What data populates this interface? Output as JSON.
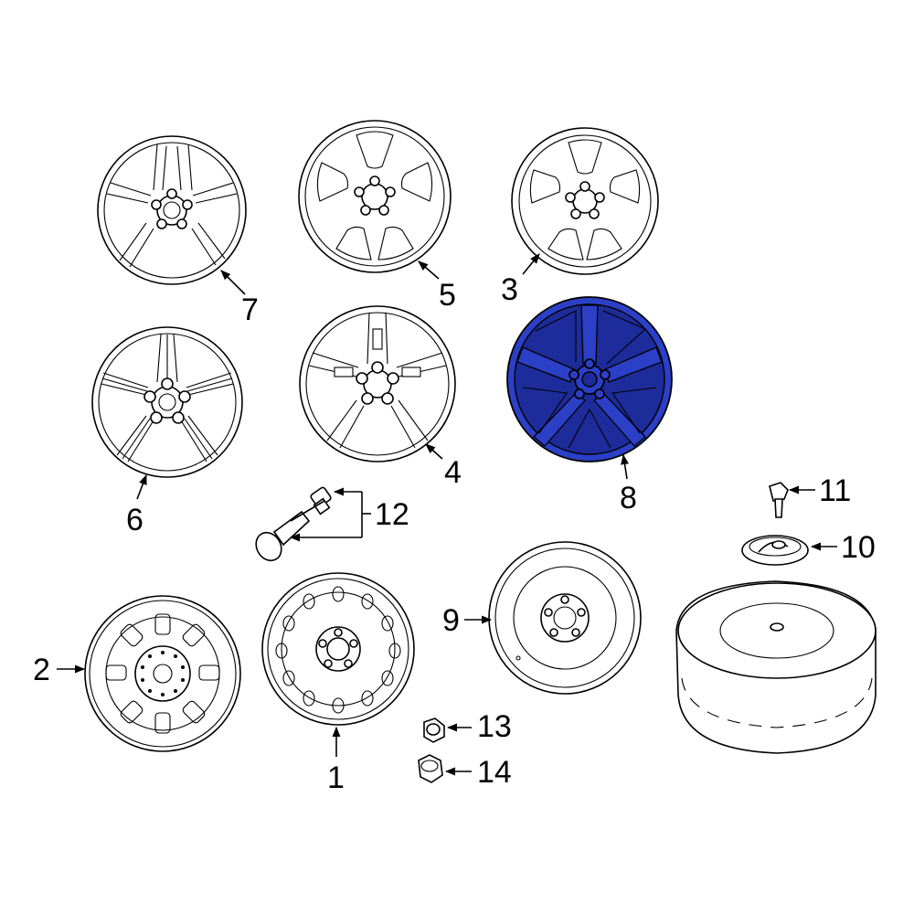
{
  "parts": [
    {
      "id": "p1",
      "label": "1"
    },
    {
      "id": "p2",
      "label": "2"
    },
    {
      "id": "p3",
      "label": "3"
    },
    {
      "id": "p4",
      "label": "4"
    },
    {
      "id": "p5",
      "label": "5"
    },
    {
      "id": "p6",
      "label": "6"
    },
    {
      "id": "p7",
      "label": "7"
    },
    {
      "id": "p8",
      "label": "8",
      "highlighted": true
    },
    {
      "id": "p9",
      "label": "9"
    },
    {
      "id": "p10",
      "label": "10"
    },
    {
      "id": "p11",
      "label": "11"
    },
    {
      "id": "p12",
      "label": "12"
    },
    {
      "id": "p13",
      "label": "13"
    },
    {
      "id": "p14",
      "label": "14"
    }
  ],
  "colors": {
    "highlight": "#2b3fc7",
    "line": "#000000",
    "background": "#ffffff"
  }
}
